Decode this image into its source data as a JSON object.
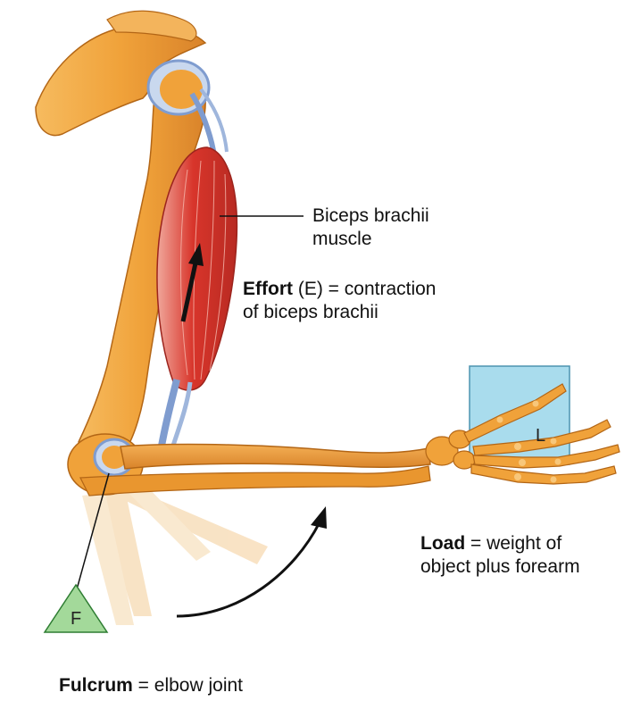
{
  "labels": {
    "biceps_line1": "Biceps brachii",
    "biceps_line2": "muscle",
    "effort_bold": "Effort",
    "effort_rest_line1": " (E) = contraction",
    "effort_line2": "of biceps brachii",
    "load_bold": "Load",
    "load_rest_line1": " = weight of",
    "load_line2": "object plus forearm",
    "fulcrum_bold": "Fulcrum",
    "fulcrum_rest": " = elbow joint"
  },
  "markers": {
    "fulcrum_letter": "F",
    "load_letter": "L"
  },
  "colors": {
    "bone": "#f0a23a",
    "bone_light": "#f8c77a",
    "bone_dark": "#c8741a",
    "muscle": "#d8352b",
    "muscle_light": "#ee8a7a",
    "tendon": "#7f9ccf",
    "cartilage": "#c9d8ee",
    "load_box": "#a9dced",
    "fulcrum_triangle": "#a3d99a"
  },
  "icons": {
    "effort_arrow": "straight-arrow-up",
    "rotation_arrow": "curved-arrow"
  }
}
